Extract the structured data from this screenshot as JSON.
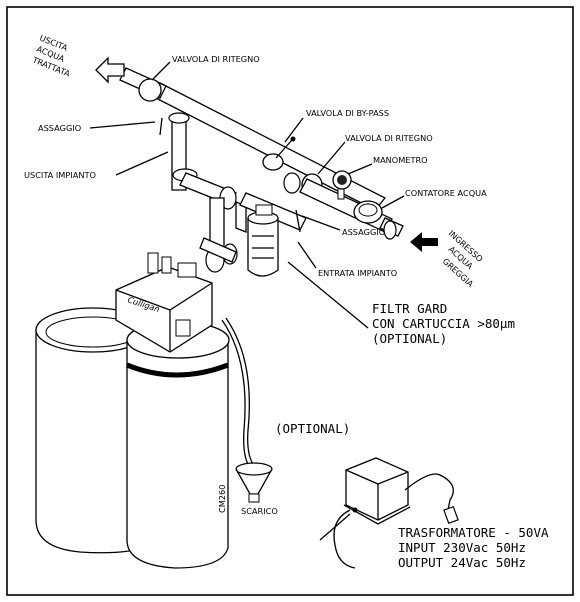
{
  "labels": {
    "uscita_acqua_trattata": [
      "USCITA",
      "ACQUA",
      "TRATTATA"
    ],
    "valvola_ritegno_top": "VALVOLA DI RITEGNO",
    "assaggio_left": "ASSAGGIO",
    "uscita_impianto": "USCITA IMPIANTO",
    "valvola_bypass": "VALVOLA DI BY-PASS",
    "valvola_ritegno_right": "VALVOLA DI RITEGNO",
    "manometro": "MANOMETRO",
    "contatore_acqua": "CONTATORE ACQUA",
    "ingresso_acqua_greggia": [
      "INGRESSO",
      "ACQUA",
      "GREGGIA"
    ],
    "assaggio_right": "ASSAGGIO",
    "entrata_impianto": "ENTRATA IMPIANTO",
    "filtr_gard": [
      "FILTR GARD",
      "CON CARTUCCIA >80µm",
      "(OPTIONAL)"
    ],
    "optional": "(OPTIONAL)",
    "scarico": "SCARICO",
    "cm_code": "CM260",
    "valve_brand": "Culligan",
    "trasformatore": [
      "TRASFORMATORE - 50VA",
      "INPUT 230Vac 50Hz",
      "OUTPUT 24Vac 50Hz"
    ]
  }
}
